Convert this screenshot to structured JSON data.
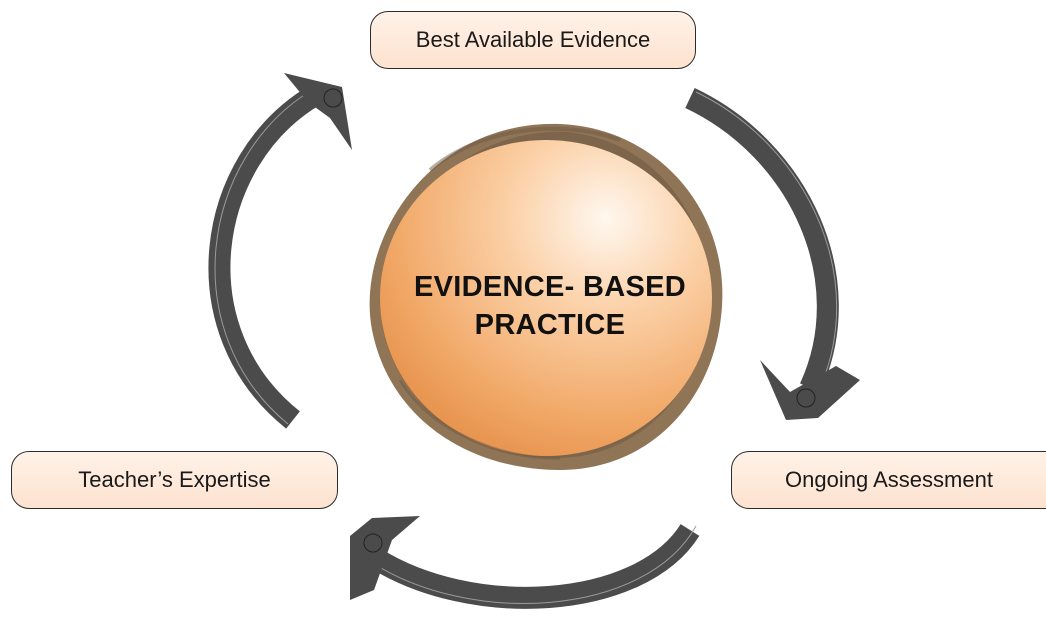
{
  "center": {
    "line1": "EVIDENCE- BASED",
    "line2": "PRACTICE"
  },
  "nodes": {
    "top": "Best Available Evidence",
    "right": "Ongoing Assessment",
    "left": "Teacher’s Expertise"
  },
  "colors": {
    "sphere_light": "#fde6d3",
    "sphere_mid": "#f4b47c",
    "sphere_rim": "#8a7055",
    "arrow": "#4b4b4b",
    "node_fill": "#fde7d7",
    "node_border": "#2b2b2b"
  },
  "icons": {
    "arrow": "curved-cycle-arrow-icon"
  }
}
